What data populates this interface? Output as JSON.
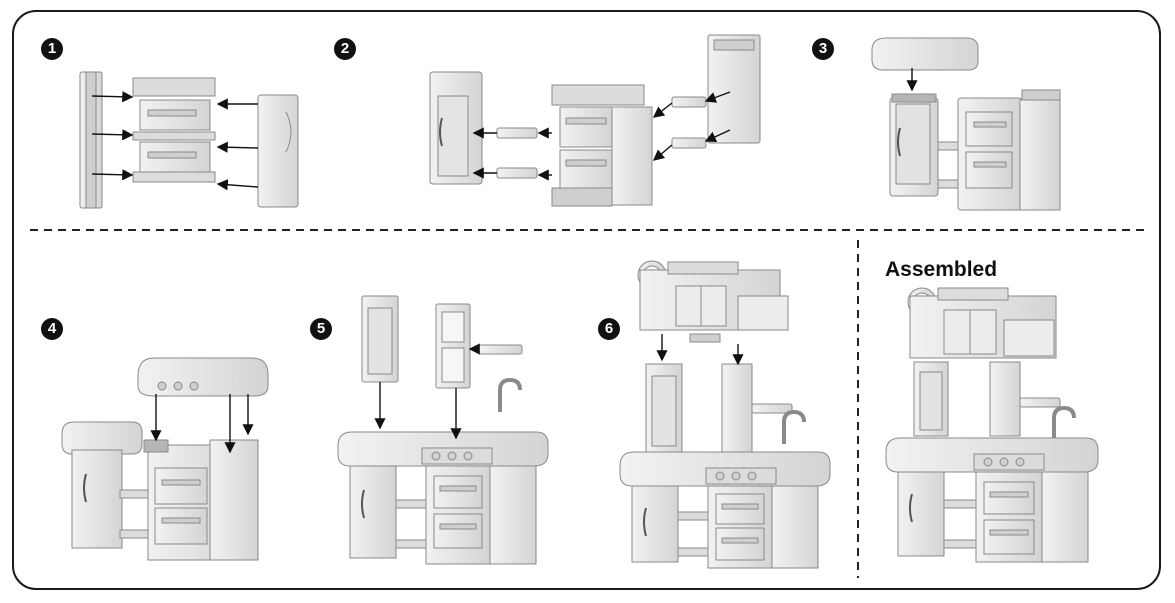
{
  "steps": [
    {
      "label": "1"
    },
    {
      "label": "2"
    },
    {
      "label": "3"
    },
    {
      "label": "4"
    },
    {
      "label": "5"
    },
    {
      "label": "6"
    }
  ],
  "assembled_label": "Assembled",
  "colors": {
    "frame": "#1a1a1a",
    "part_fill": "#e8e8e8",
    "part_shade": "#cfcfcf",
    "part_dark": "#b5b5b5",
    "outline": "#8a8a8a",
    "arrow": "#111111"
  }
}
